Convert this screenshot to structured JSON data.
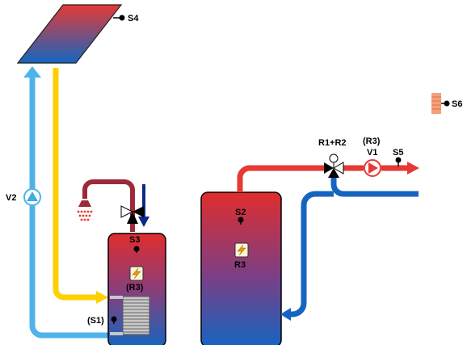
{
  "labels": {
    "s4": "S4",
    "s6": "S6",
    "v2": "V2",
    "s3": "S3",
    "r3_paren": "(R3)",
    "s1_paren": "(S1)",
    "s2": "S2",
    "r3": "R3",
    "r1r2": "R1+R2",
    "r3_paren_pump": "(R3)",
    "v1": "V1",
    "s5": "S5"
  },
  "colors": {
    "hot": "#e53935",
    "cold": "#1565c0",
    "collector_return": "#4fb3ea",
    "collector_flow": "#ffd000",
    "dhw_loop": "#9c2a3a",
    "pump_fill": "#40a9e8",
    "heater_bg": "#fff3d6"
  },
  "icons": {
    "collector": "solar-collector-icon",
    "shower": "shower-icon",
    "heating_element": "lightning-icon",
    "three_way_valve": "three-way-valve-icon",
    "pump": "pump-icon",
    "outdoor_sensor": "outdoor-sensor-icon"
  }
}
